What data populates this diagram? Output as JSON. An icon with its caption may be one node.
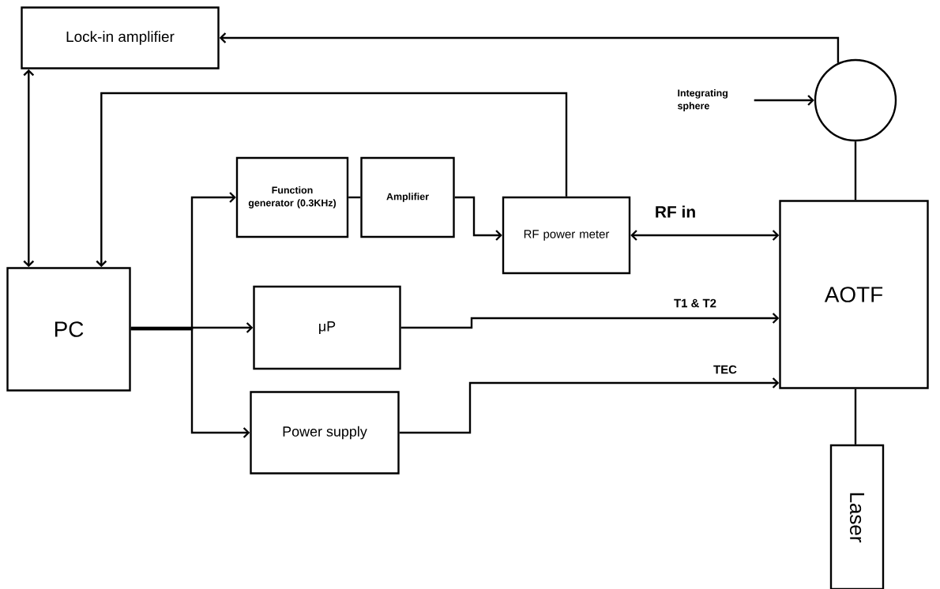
{
  "diagram": {
    "nodes": [
      {
        "text": [
          "Lock-in amplifier"
        ]
      },
      {
        "text": [
          "PC"
        ]
      },
      {
        "text": [
          "Function generator (0.3KHz)"
        ]
      },
      {
        "text": [
          "Amplifier"
        ]
      },
      {
        "text": [
          "RF power meter"
        ]
      },
      {
        "text": [
          "μP"
        ]
      },
      {
        "text": [
          "Power supply"
        ]
      },
      {
        "text": [
          "AOTF"
        ]
      },
      {
        "text": [
          "Integrating sphere"
        ]
      },
      {
        "text": [],
        "shape": "circle"
      },
      {
        "text": [
          "Laser"
        ]
      }
    ],
    "edges": [
      {
        "from": 9,
        "to": 0,
        "arrow": "to"
      },
      {
        "from": 1,
        "to": 0,
        "arrow": "both"
      },
      {
        "from": 4,
        "to": 1,
        "arrow": "to"
      },
      {
        "from": 1,
        "to": 2,
        "arrow": "to"
      },
      {
        "from": 1,
        "to": 5,
        "arrow": "to"
      },
      {
        "from": 1,
        "to": 6,
        "arrow": "to"
      },
      {
        "from": 2,
        "to": 3,
        "arrow": "none"
      },
      {
        "from": 3,
        "to": 4,
        "arrow": "to"
      },
      {
        "from": 4,
        "to": 7,
        "arrow": "both",
        "label": "RF in"
      },
      {
        "from": 5,
        "to": 7,
        "arrow": "to",
        "label": "T1 & T2"
      },
      {
        "from": 6,
        "to": 7,
        "arrow": "to",
        "label": "TEC"
      },
      {
        "from": 9,
        "to": 7,
        "arrow": "none"
      },
      {
        "from": 7,
        "to": 10,
        "arrow": "none"
      },
      {
        "from": 8,
        "to": 9,
        "arrow": "to"
      }
    ]
  }
}
